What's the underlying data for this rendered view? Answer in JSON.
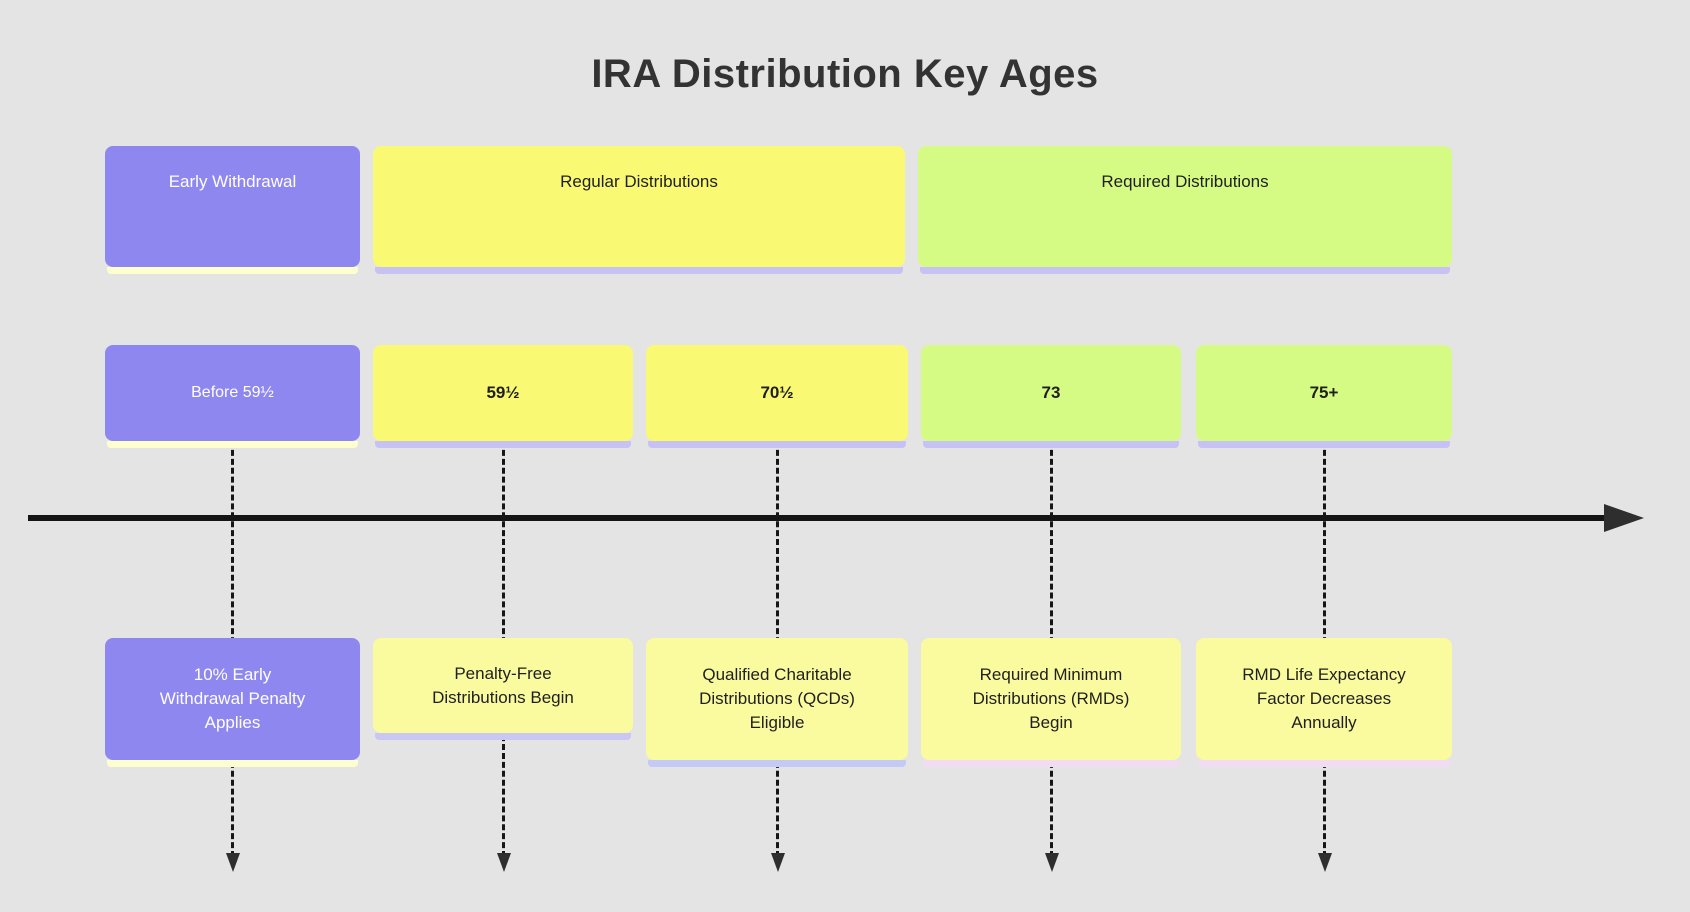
{
  "title": "IRA Distribution Key Ages",
  "sections": [
    {
      "label": "Early Withdrawal",
      "color": "#8e87f0"
    },
    {
      "label": "Regular Distributions",
      "color": "#f9f973"
    },
    {
      "label": "Required Distributions",
      "color": "#d6fb84"
    }
  ],
  "ages": [
    {
      "label": "Before 59½",
      "color": "#8e87f0",
      "description": "10% Early Withdrawal Penalty Applies"
    },
    {
      "label": "59½",
      "color": "#f9f973",
      "description": "Penalty-Free Distributions Begin"
    },
    {
      "label": "70½",
      "color": "#f9f973",
      "description": "Qualified Charitable Distributions (QCDs) Eligible"
    },
    {
      "label": "73",
      "color": "#d6fb84",
      "description": "Required Minimum Distributions (RMDs) Begin"
    },
    {
      "label": "75+",
      "color": "#d6fb84",
      "description": "RMD Life Expectancy Factor Decreases Annually"
    }
  ],
  "colors": {
    "background": "#e4e4e4",
    "purple": "#8e87f0",
    "yellow": "#f9f973",
    "green": "#d6fb84",
    "description_yellow": "#fafa9e",
    "shadow_pale_yellow": "#feffcf",
    "shadow_lavender": "#c6c3f4",
    "shadow_pink": "#f2dcf4",
    "axis_line": "#141414",
    "title_text": "#333333"
  }
}
